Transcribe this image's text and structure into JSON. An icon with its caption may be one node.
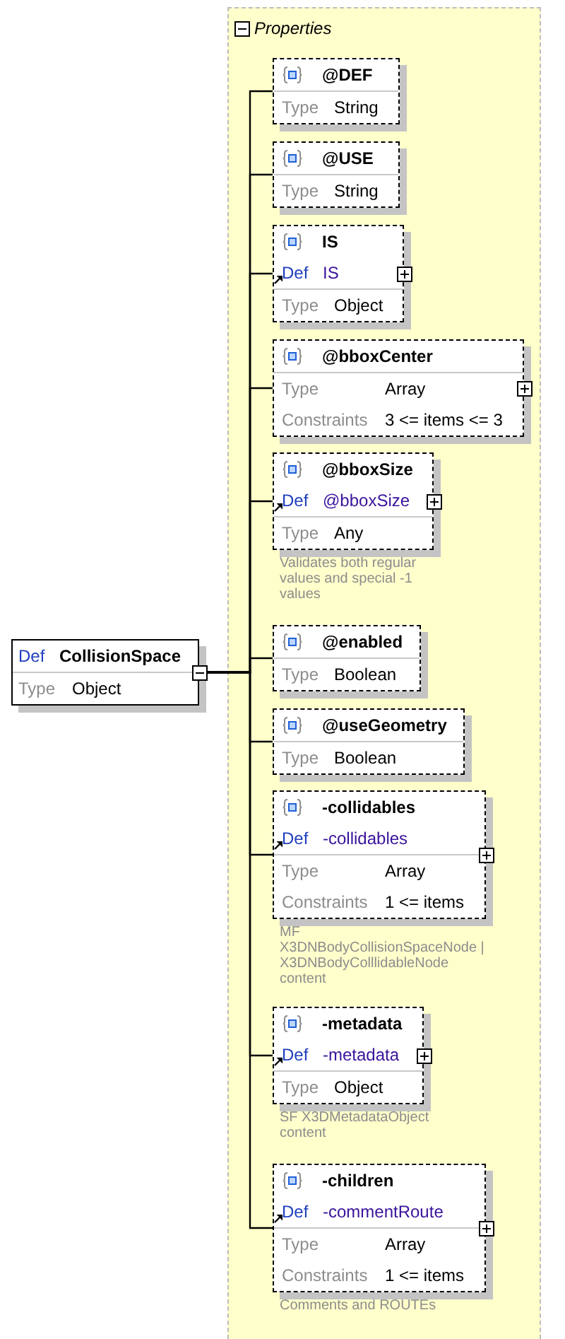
{
  "diagram": {
    "nodes": [
      {
        "text": [
          "Def",
          "CollisionSpace",
          "Type",
          "Object"
        ]
      },
      {
        "text": [
          "Properties"
        ]
      },
      {
        "text": [
          "@DEF",
          "Type",
          "String"
        ],
        "in": 1
      },
      {
        "text": [
          "@USE",
          "Type",
          "String"
        ],
        "in": 1
      },
      {
        "text": [
          "IS",
          "Def",
          "IS",
          "Type",
          "Object"
        ],
        "in": 1
      },
      {
        "text": [
          "@bboxCenter",
          "Type",
          "Array",
          "Constraints",
          "3 <= items <= 3"
        ],
        "in": 1
      },
      {
        "text": [
          "@bboxSize",
          "Def",
          "@bboxSize",
          "Type",
          "Any"
        ],
        "in": 1,
        "beside": [
          "Validates both regular values and special -1 values"
        ]
      },
      {
        "text": [
          "@enabled",
          "Type",
          "Boolean"
        ],
        "in": 1
      },
      {
        "text": [
          "@useGeometry",
          "Type",
          "Boolean"
        ],
        "in": 1
      },
      {
        "text": [
          "-collidables",
          "Def",
          "-collidables",
          "Type",
          "Array",
          "Constraints",
          "1 <= items"
        ],
        "in": 1,
        "beside": [
          "MF X3DNBodyCollisionSpaceNode | X3DNBodyColllidableNode content"
        ]
      },
      {
        "text": [
          "-metadata",
          "Def",
          "-metadata",
          "Type",
          "Object"
        ],
        "in": 1,
        "beside": [
          "SF X3DMetadataObject content"
        ]
      },
      {
        "text": [
          "-children",
          "Def",
          "-commentRoute",
          "Type",
          "Array",
          "Constraints",
          "1 <= items"
        ],
        "in": 1,
        "beside": [
          "Comments and ROUTEs"
        ]
      }
    ],
    "edges": [
      {
        "from": 0,
        "to": 2,
        "arrow": "none"
      },
      {
        "from": 0,
        "to": 3,
        "arrow": "none"
      },
      {
        "from": 0,
        "to": 4,
        "arrow": "none"
      },
      {
        "from": 0,
        "to": 5,
        "arrow": "none"
      },
      {
        "from": 0,
        "to": 6,
        "arrow": "none"
      },
      {
        "from": 0,
        "to": 7,
        "arrow": "none"
      },
      {
        "from": 0,
        "to": 8,
        "arrow": "none"
      },
      {
        "from": 0,
        "to": 9,
        "arrow": "none"
      },
      {
        "from": 0,
        "to": 10,
        "arrow": "none"
      },
      {
        "from": 0,
        "to": 11,
        "arrow": "none"
      }
    ]
  }
}
